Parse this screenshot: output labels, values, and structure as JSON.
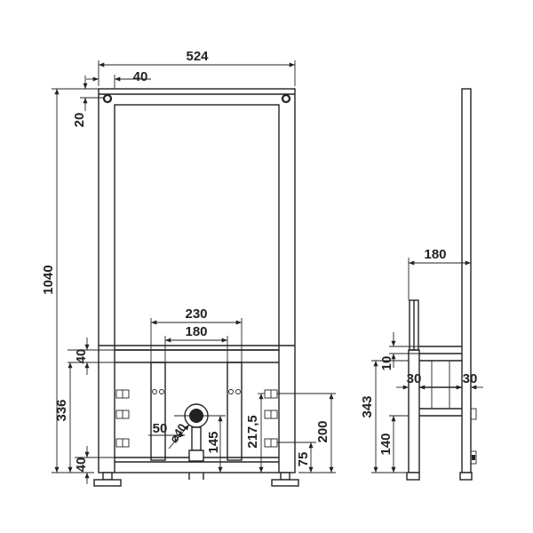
{
  "front_view": {
    "overall_width": "524",
    "post_width": "40",
    "top_offset": "20",
    "overall_height": "1040",
    "rail_width_1": "230",
    "rail_width_2": "180",
    "upper_rail": "40",
    "lower_zone_height": "336",
    "bottom_rail": "40",
    "pipe_dim_50": "50",
    "pipe_diameter": "⌀40",
    "pipe_height": "145",
    "bracket_height_1": "217,5",
    "bracket_height_2": "200",
    "bracket_height_3": "75"
  },
  "side_view": {
    "depth": "180",
    "rail_offset_1": "30",
    "rail_offset_2": "30",
    "rail_height": "10",
    "lower_height": "343",
    "bottom_height": "140"
  }
}
